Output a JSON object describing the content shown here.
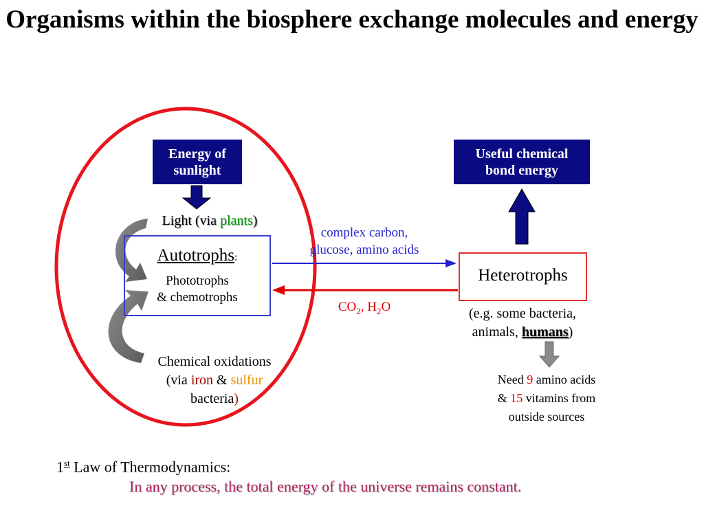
{
  "title": "Organisms within the biosphere exchange molecules and energy",
  "sun_box": {
    "line1": "Energy of",
    "line2": "sunlight"
  },
  "bond_box": {
    "line1": "Useful chemical",
    "line2": "bond energy"
  },
  "light_label": {
    "prefix": "Light (via ",
    "plants": "plants",
    "suffix": ")"
  },
  "autotrophs": {
    "title": "Autotrophs",
    "colon": ":",
    "line1": "Phototrophs",
    "line2": "& chemotrophs"
  },
  "chemical": {
    "line1": "Chemical oxidations",
    "via": "(via ",
    "iron": "iron",
    "amp": " & ",
    "sulfur": "sulfur",
    "line3": "bacteria",
    "close": ")"
  },
  "carbon_flow": {
    "line1": "complex carbon,",
    "line2": "glucose, amino acids"
  },
  "co2_flow": {
    "co": "CO",
    "sub2": "2",
    "sep": ", H",
    "subh": "2",
    "o": "O"
  },
  "heterotrophs": {
    "title": "Heterotrophs"
  },
  "examples": {
    "line1": "(e.g. some bacteria,",
    "animals": "animals, ",
    "humans": "humans",
    "close": ")"
  },
  "needs": {
    "need": "Need ",
    "n9": "9",
    "amino": " amino acids",
    "amp": "& ",
    "n15": "15",
    "vitamins": " vitamins from",
    "line3": "outside sources"
  },
  "law": {
    "num": "1",
    "sup": "st",
    "head": " Law of Thermodynamics:",
    "text": "In any process, the total energy of the universe remains constant."
  },
  "colors": {
    "box_blue": "#0a0a82",
    "ellipse_red": "#e8141e",
    "flow_blue": "#2222cc",
    "flow_red": "#e00000",
    "law_text": "#b02060"
  }
}
